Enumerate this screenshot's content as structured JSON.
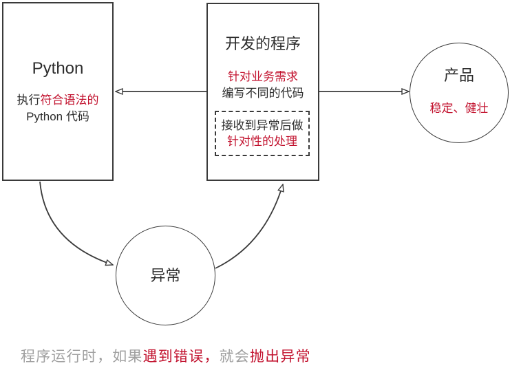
{
  "colors": {
    "accent_red": "#c2122e",
    "caption_gray": "#a0a0a0",
    "line_ink": "#3a3a3a"
  },
  "nodes": {
    "python": {
      "title": "Python",
      "body1_black": "执行",
      "body1_red": "符合语法的",
      "body2": "Python 代码"
    },
    "program": {
      "title": "开发的程序",
      "body1_red": "针对业务需求",
      "body2": "编写不同的代码",
      "handler": {
        "line1": "接收到异常后做",
        "line2_red": "针对性的处理"
      }
    },
    "product": {
      "title": "产品",
      "subtitle_red": "稳定、健壮"
    },
    "exception": {
      "title": "异常"
    }
  },
  "edges": [
    {
      "from": "program",
      "to": "python",
      "style": "straight-arrow"
    },
    {
      "from": "program",
      "to": "product",
      "style": "straight-arrow"
    },
    {
      "from": "python",
      "to": "exception",
      "style": "curved-arrow"
    },
    {
      "from": "exception",
      "to": "program",
      "style": "curved-arrow"
    }
  ],
  "caption": {
    "part1": "程序运行时，如果",
    "part2_red": "遇到错误，",
    "part3": "就会",
    "part4_red": "抛出异常"
  }
}
